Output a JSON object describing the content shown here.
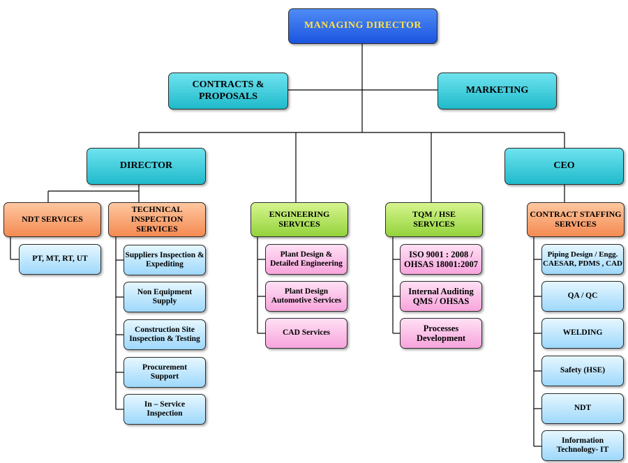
{
  "nodes": {
    "managing_director": "MANAGING  DIRECTOR",
    "contracts_proposals": "CONTRACTS &\nPROPOSALS",
    "marketing": "MARKETING",
    "director": "DIRECTOR",
    "ceo": "CEO",
    "ndt_services": "NDT SERVICES",
    "technical_inspection": "TECHNICAL\nINSPECTION\nSERVICES",
    "engineering_services": "ENGINEERING\nSERVICES",
    "tqm_hse": "TQM / HSE\nSERVICES",
    "contract_staffing": "CONTRACT STAFFING\nSERVICES",
    "ndt_children": [
      "PT, MT, RT, UT"
    ],
    "inspection_children": [
      "Suppliers Inspection &\nExpediting",
      "Non Equipment\nSupply",
      "Construction Site\nInspection & Testing",
      "Procurement\nSupport",
      "In – Service\nInspection"
    ],
    "engineering_children": [
      "Plant Design &\nDetailed Engineering",
      "Plant Design\nAutomotive Services",
      "CAD Services"
    ],
    "tqm_children": [
      "ISO 9001 : 2008 /\nOHSAS 18001:2007",
      "Internal Auditing\nQMS / OHSAS",
      "Processes\nDevelopment"
    ],
    "staffing_children": [
      "Piping Design / Engg.\nCAESAR, PDMS , CAD",
      "QA / QC",
      "WELDING",
      "Safety (HSE)",
      "NDT",
      "Information\nTechnology- IT"
    ]
  }
}
